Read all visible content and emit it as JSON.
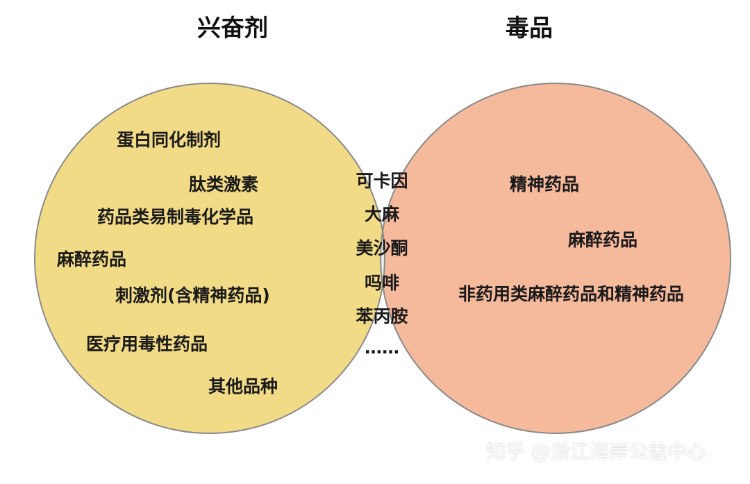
{
  "colors": {
    "left_circle": "#f2db86",
    "right_circle": "#f5b99c",
    "overlap": "#e9e9e9",
    "outline": "#8a8a8a"
  },
  "titles": {
    "left": "兴奋剂",
    "right": "毒品"
  },
  "left_items": [
    "蛋白同化制剂",
    "肽类激素",
    "药品类易制毒化学品",
    "麻醉药品",
    "刺激剂(含精神药品)",
    "医疗用毒性药品",
    "其他品种"
  ],
  "overlap_items": [
    "可卡因",
    "大麻",
    "美沙酮",
    "吗啡",
    "苯丙胺",
    "……"
  ],
  "right_items": [
    "精神药品",
    "麻醉药品",
    "非药用类麻醉药品和精神药品"
  ],
  "watermark": "知乎 @浙江海岸公益中心"
}
